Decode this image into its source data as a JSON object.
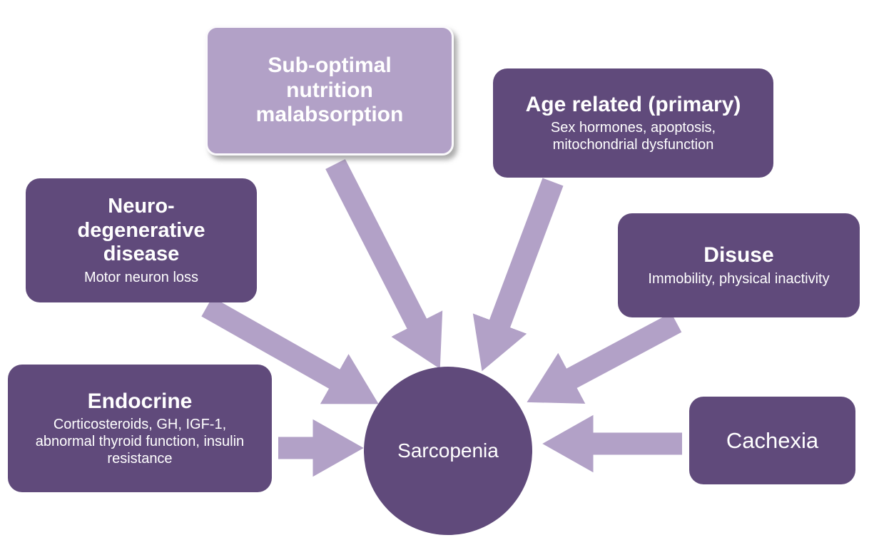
{
  "colors": {
    "box_dark": "#604a7b",
    "box_light": "#b2a1c7",
    "arrow": "#b2a1c7",
    "text": "#ffffff"
  },
  "center": {
    "label": "Sarcopenia"
  },
  "nodes": {
    "nutrition": {
      "title_lines": [
        "Sub-optimal",
        "nutrition",
        "malabsorption"
      ]
    },
    "age_related": {
      "title": "Age related (primary)",
      "subtitle_lines": [
        "Sex hormones, apoptosis,",
        "mitochondrial dysfunction"
      ]
    },
    "neurodegenerative": {
      "title_lines": [
        "Neuro-",
        "degenerative",
        "disease"
      ],
      "subtitle_lines": [
        "Motor neuron loss"
      ]
    },
    "disuse": {
      "title": "Disuse",
      "subtitle_lines": [
        "Immobility, physical inactivity"
      ]
    },
    "endocrine": {
      "title": "Endocrine",
      "subtitle_lines": [
        "Corticosteroids, GH, IGF-1,",
        "abnormal thyroid function, insulin",
        "resistance"
      ]
    },
    "cachexia": {
      "title": "Cachexia"
    }
  }
}
